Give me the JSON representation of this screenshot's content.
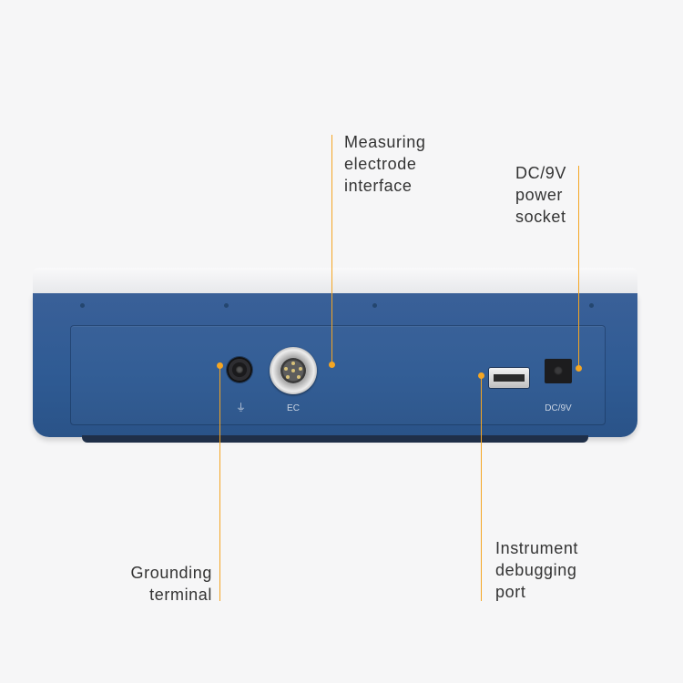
{
  "device": {
    "ground_symbol": "⏚",
    "ec_label": "EC",
    "dc_label": "DC/9V",
    "colors": {
      "body_blue": "#2f5b94",
      "top_white": "#f2f3f5",
      "accent_orange": "#f5a623"
    }
  },
  "callouts": {
    "measuring": "Measuring\nelectrode\ninterface",
    "power": "DC/9V\npower\nsocket",
    "grounding": "Grounding\nterminal",
    "debugging": "Instrument\ndebugging\nport"
  }
}
